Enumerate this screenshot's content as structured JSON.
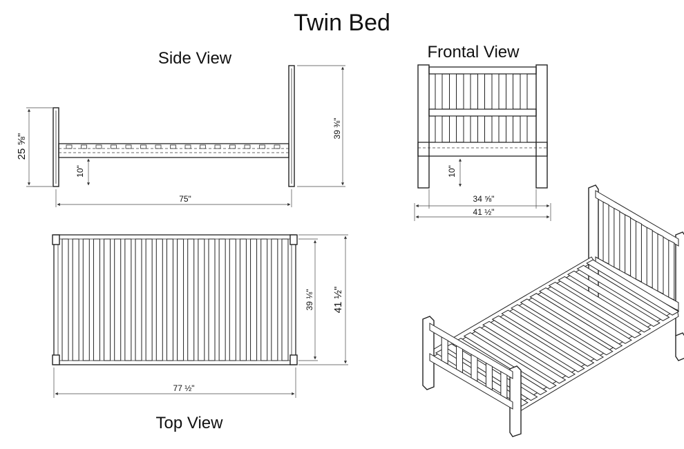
{
  "title": "Twin Bed",
  "views": {
    "side": {
      "label": "Side View",
      "dims": {
        "footboard_height": "25 ⅝\"",
        "headboard_height": "39 ⅜\"",
        "clearance": "10\"",
        "length": "75\""
      }
    },
    "frontal": {
      "label": "Frontal View",
      "dims": {
        "clearance": "10\"",
        "inner_width": "34 ⅝\"",
        "outer_width": "41 ½\""
      }
    },
    "top": {
      "label": "Top View",
      "dims": {
        "inner_width": "39 ⅛\"",
        "outer_width": "41 ½\"",
        "length": "77 ½\""
      }
    },
    "iso": {
      "label": ""
    }
  },
  "colors": {
    "line": "#222222",
    "background": "#ffffff"
  }
}
